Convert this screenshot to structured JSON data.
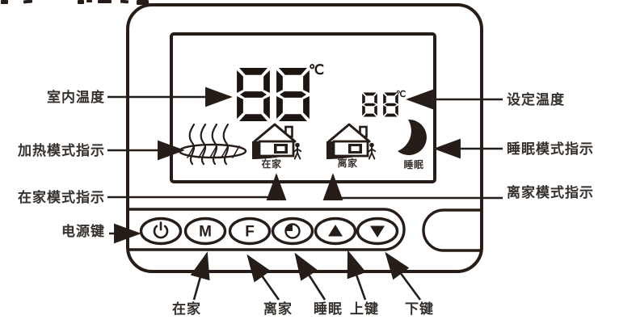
{
  "display": {
    "room_temp_value": "88",
    "room_temp_unit": "℃",
    "set_temp_value": "88",
    "set_temp_unit": "℃",
    "icon_labels": {
      "home": "在家",
      "away": "离家",
      "sleep": "睡眠"
    }
  },
  "buttons": {
    "m_label": "M",
    "f_label": "F"
  },
  "annotations": {
    "room_temp": "室内温度",
    "heating_mode": "加热模式指示",
    "home_mode": "在家模式指示",
    "power_key": "电源键",
    "set_temp": "设定温度",
    "sleep_mode": "睡眠模式指示",
    "away_mode": "离家模式指示",
    "btn_home": "在家",
    "btn_away": "离家",
    "btn_sleep": "睡眠",
    "btn_up": "上键",
    "btn_down": "下键"
  },
  "colors": {
    "ink": "#261d18"
  }
}
